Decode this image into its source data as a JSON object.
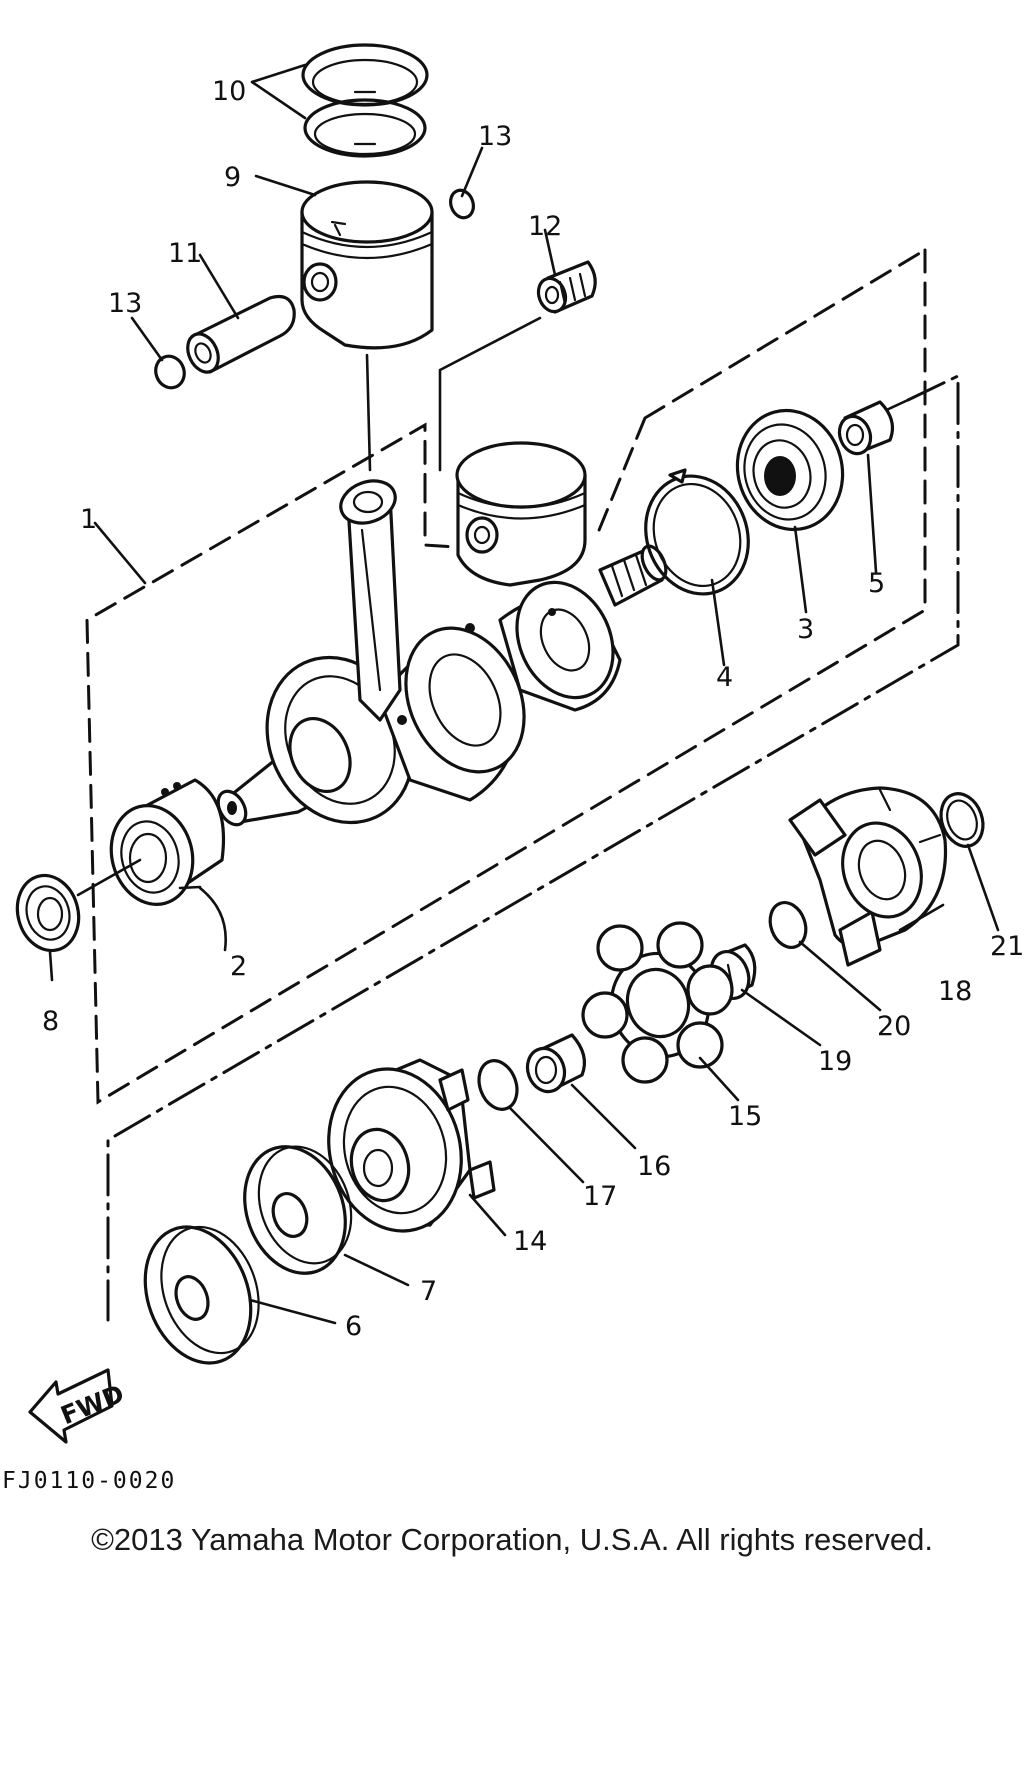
{
  "callouts": {
    "c1": "1",
    "c2": "2",
    "c3": "3",
    "c4": "4",
    "c5": "5",
    "c6": "6",
    "c7": "7",
    "c8": "8",
    "c9": "9",
    "c10": "10",
    "c11": "11",
    "c12": "12",
    "c13a": "13",
    "c13b": "13",
    "c14": "14",
    "c15": "15",
    "c16": "16",
    "c17": "17",
    "c18": "18",
    "c19": "19",
    "c20": "20",
    "c21": "21"
  },
  "fwd_label": "FWD",
  "figure_code": "FJ0110-0020",
  "copyright": "©2013 Yamaha Motor Corporation, U.S.A. All rights reserved."
}
